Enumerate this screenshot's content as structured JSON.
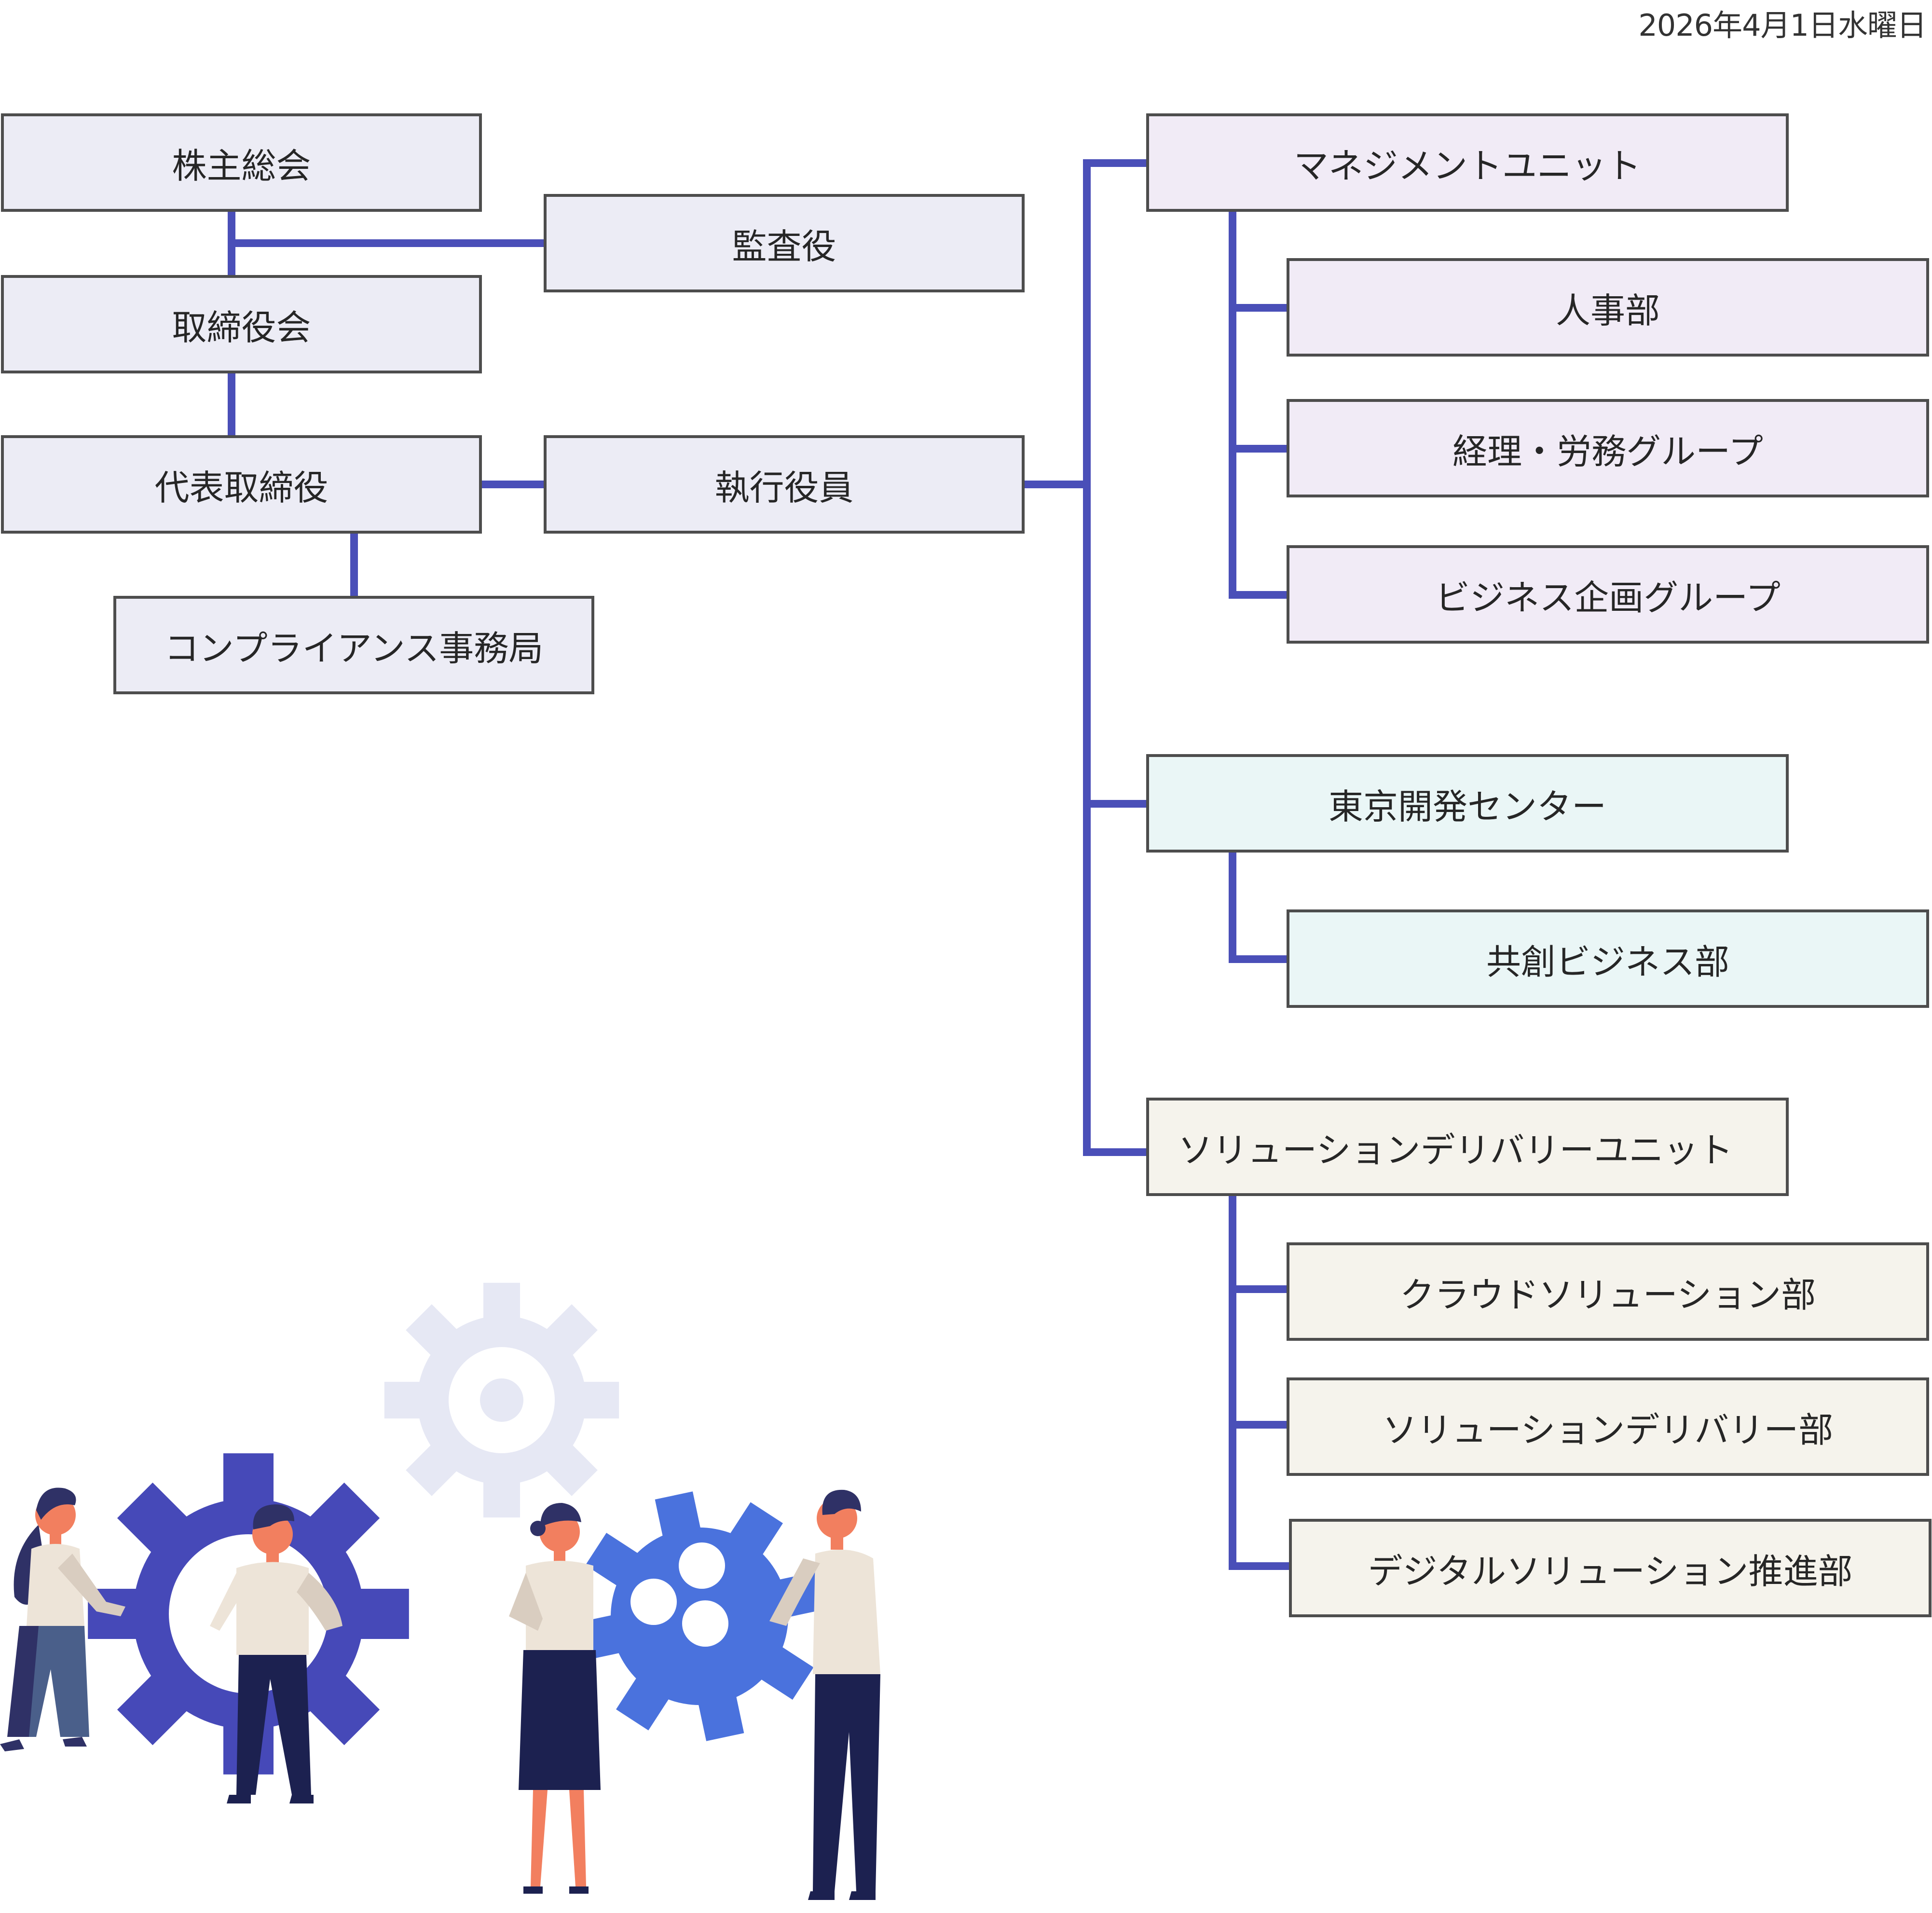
{
  "date": "2026年4月1日水曜日",
  "executive": {
    "shareholders": "株主総会",
    "auditor": "監査役",
    "board": "取締役会",
    "ceo": "代表取締役",
    "officers": "執行役員",
    "compliance": "コンプライアンス事務局"
  },
  "units": [
    {
      "name": "マネジメントユニット",
      "departments": [
        "人事部",
        "経理・労務グループ",
        "ビジネス企画グループ"
      ]
    },
    {
      "name": "東京開発センター",
      "departments": [
        "共創ビジネス部"
      ]
    },
    {
      "name": "ソリューションデリバリーユニット",
      "departments": [
        "クラウドソリューション部",
        "ソリューションデリバリー部",
        "デジタルソリューション推進部"
      ]
    }
  ],
  "colors": {
    "connector": "#4a4fb8",
    "executive_fill": "#ececf5",
    "management_fill": "#f1ebf6",
    "tokyo_fill": "#eaf6f6",
    "solution_fill": "#f5f3ec",
    "gear_dark": "#4649b8",
    "gear_blue": "#4a72dd",
    "gear_light": "#e6e8f4"
  },
  "illustration": {
    "icon": "team-gears-illustration"
  }
}
